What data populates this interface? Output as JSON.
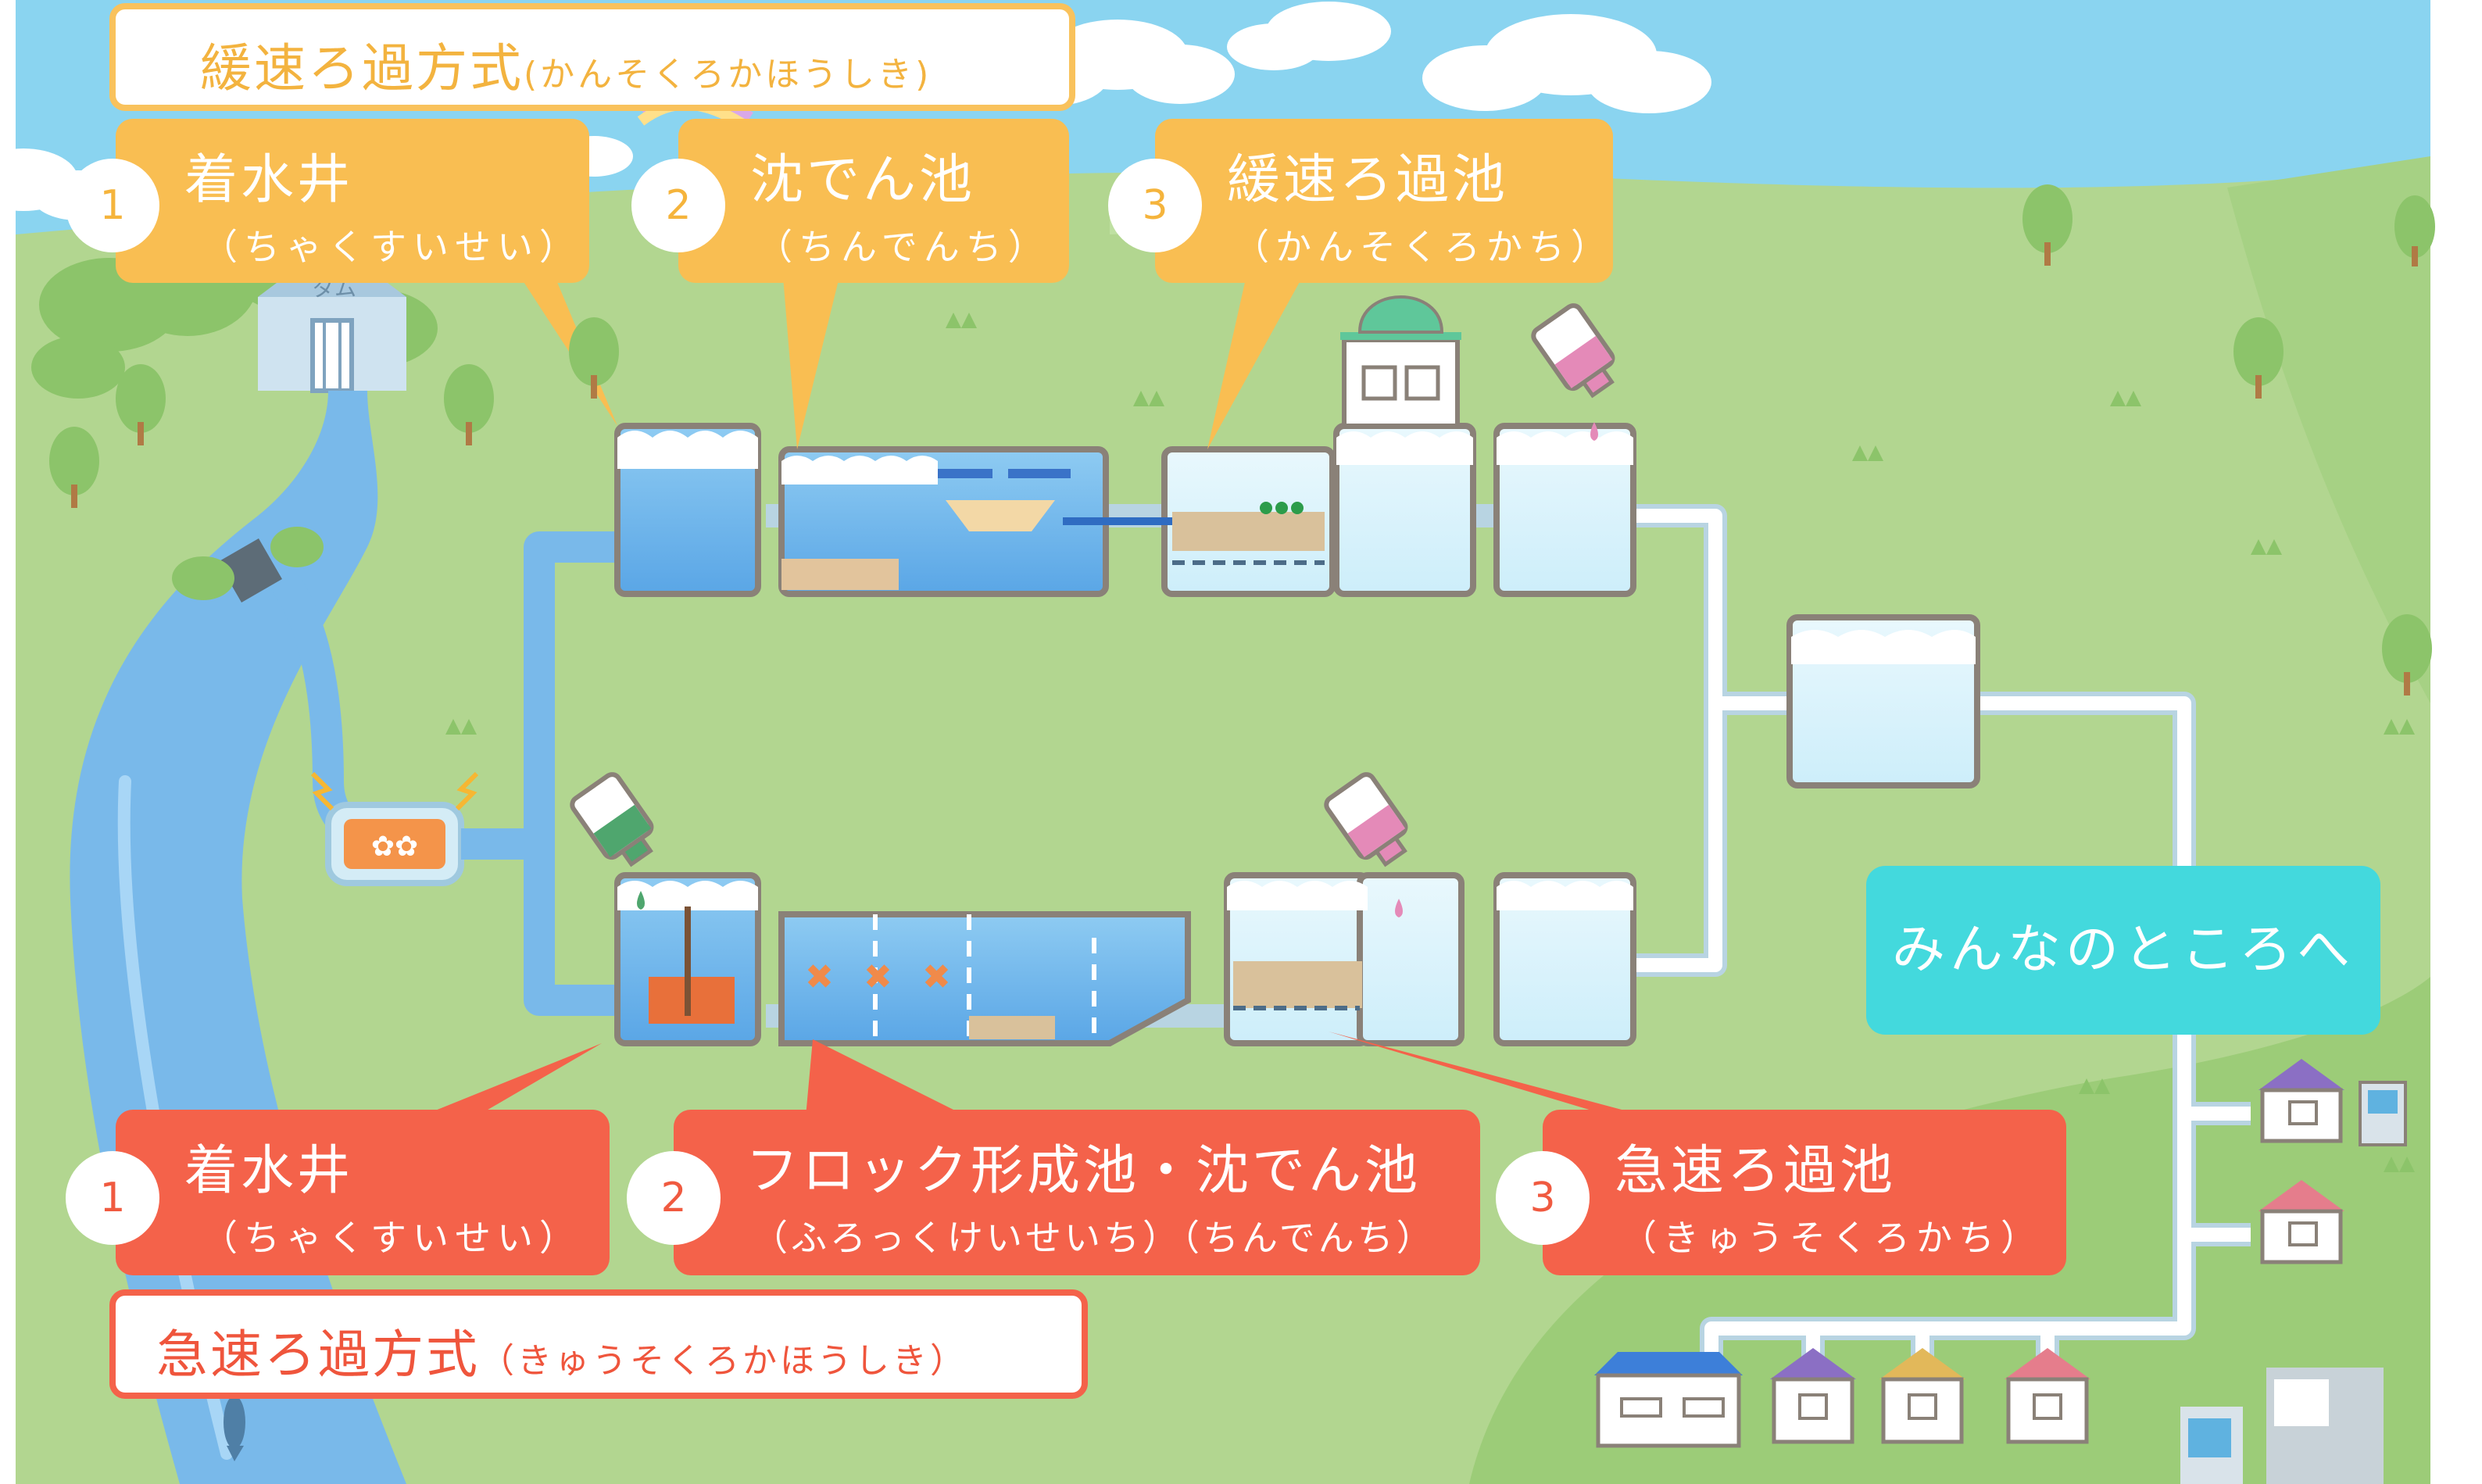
{
  "slow_filtration": {
    "method_title": "緩速ろ過方式",
    "method_reading": "(かんそくろかほうしき)",
    "steps": [
      {
        "number": "1",
        "name": "着水井",
        "reading": "（ちゃくすいせい）"
      },
      {
        "number": "2",
        "name": "沈でん池",
        "reading": "（ちんでんち）"
      },
      {
        "number": "3",
        "name": "緩速ろ過池",
        "reading": "（かんそくろかち）"
      }
    ]
  },
  "rapid_filtration": {
    "method_title": "急速ろ過方式",
    "method_reading": "（きゅうそくろかほうしき）",
    "steps": [
      {
        "number": "1",
        "name": "着水井",
        "reading": "（ちゃくすいせい）"
      },
      {
        "number": "2",
        "name": "フロック形成池・沈でん池",
        "reading": "（ふろっくけいせいち）（ちんでんち）"
      },
      {
        "number": "3",
        "name": "急速ろ過池",
        "reading": "（きゅうそくろかち）"
      }
    ]
  },
  "destination_label": "みんなのところへ",
  "dam_label": "ダム",
  "colors": {
    "slow_accent": "#f9be52",
    "rapid_accent": "#f4624a",
    "destination": "#43d9dd",
    "grass": "#b2d690",
    "sky": "#8ad4f0",
    "water": "#79b9ea"
  },
  "icons": [
    "cloud-icon",
    "tree-icon",
    "dam-icon",
    "pump-icon",
    "chemical-bottle-icon",
    "house-icon",
    "building-icon",
    "fish-icon"
  ]
}
